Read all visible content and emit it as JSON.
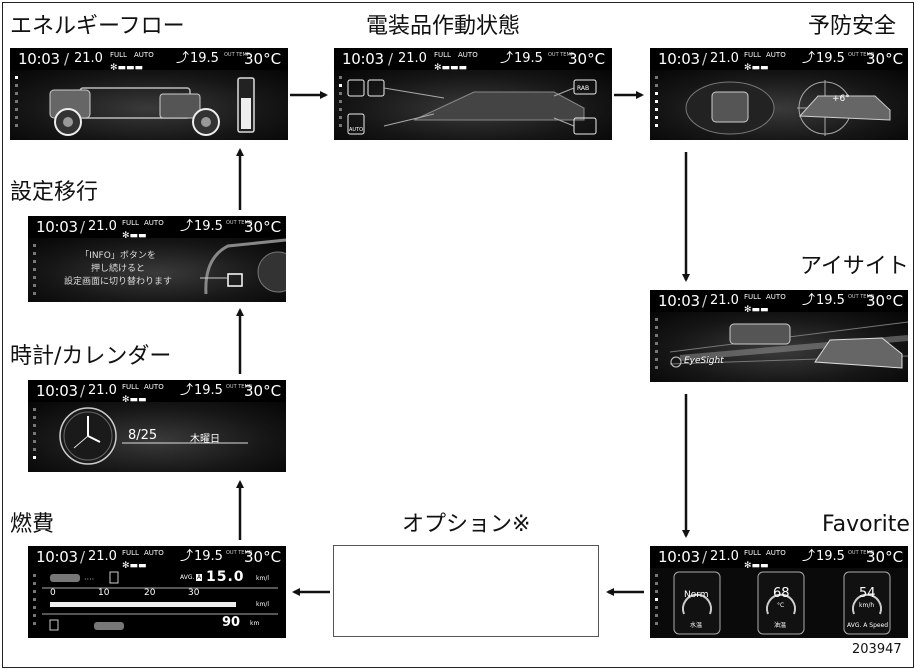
{
  "titles": {
    "energy_flow": "エネルギーフロー",
    "electrical": "電装品作動状態",
    "safety": "予防安全",
    "settings": "設定移行",
    "eyesight": "アイサイト",
    "clock_calendar": "時計/カレンダー",
    "fuel": "燃費",
    "option": "オプション※",
    "favorite": "Favorite"
  },
  "header": {
    "time": "10:03",
    "set_temp_left": "21.0",
    "fuel_label": "FULL",
    "auto_label": "AUTO",
    "set_temp_right": "19.5",
    "out_label": "OUT TEMP",
    "outside_temp": "30°C"
  },
  "settings_screen": {
    "line1": "「INFO」ボタンを",
    "line2": "押し続けると",
    "line3": "設定画面に切り替わります"
  },
  "calendar": {
    "date": "8/25",
    "weekday": "木曜日"
  },
  "fuel_screen": {
    "avg_label": "AVG.",
    "avg_mode": "A",
    "avg_value": "15.0",
    "avg_unit": "km/l",
    "scale": [
      "0",
      "10",
      "20",
      "30"
    ],
    "scale_unit": "km/l",
    "range_value": "90",
    "range_unit": "km"
  },
  "electrical_screen": {
    "rab": "RAB",
    "auto": "AUTO"
  },
  "safety_screen": {
    "angle": "+6°"
  },
  "eyesight_screen": {
    "brand": "EyeSight"
  },
  "favorite_screen": {
    "g1_value": "Norm",
    "g1_label": "水温",
    "g2_value": "68",
    "g2_unit": "°C",
    "g2_label": "油温",
    "g3_value": "54",
    "g3_unit": "km/h",
    "g3_label": "AVG. A Speed"
  },
  "figure_id": "203947"
}
